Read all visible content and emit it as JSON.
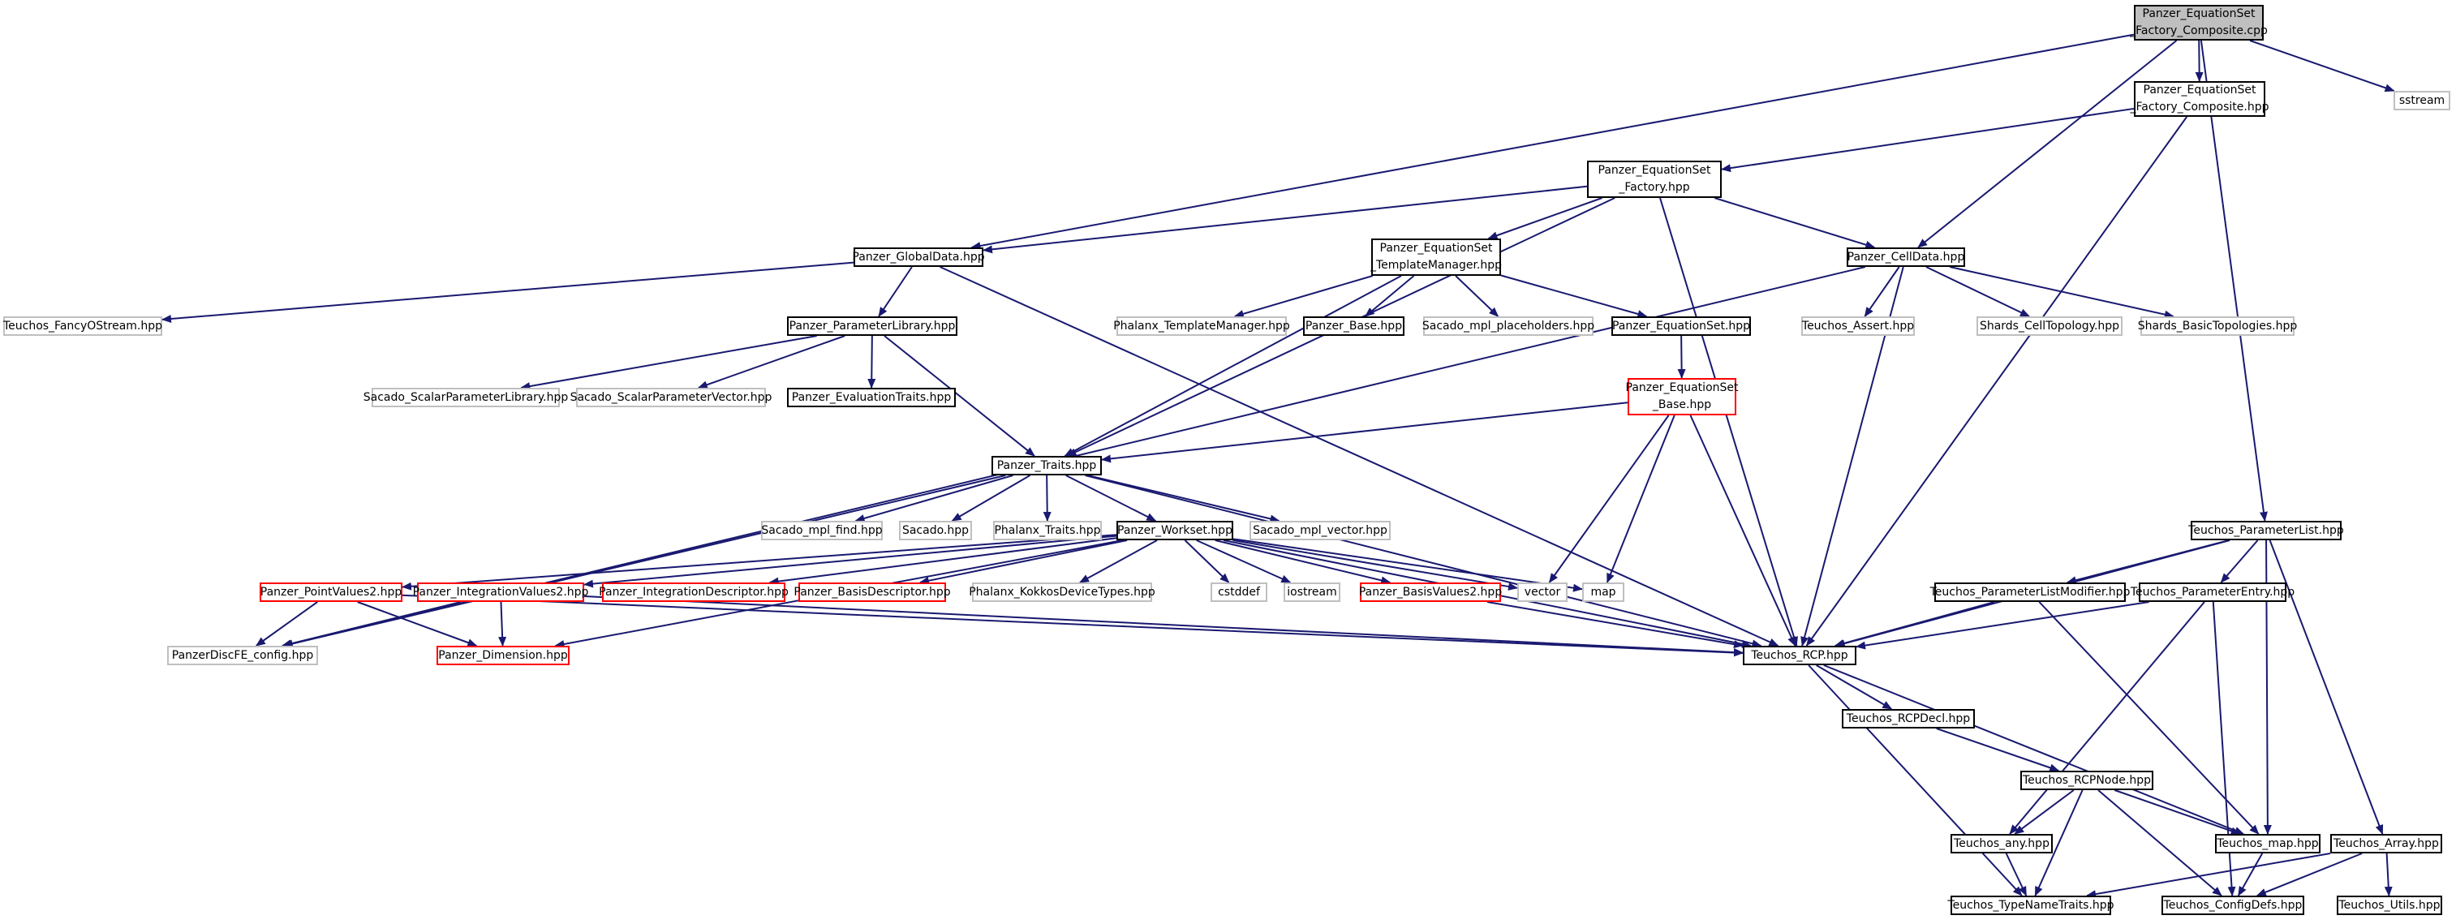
{
  "diagram": {
    "title": "",
    "colors": {
      "edge": "#191970",
      "node_fill_root": "#bfbfbf",
      "border_normal": "#000000",
      "border_external": "#bfbfbf",
      "border_truncated": "#ff0000",
      "text": "#000000"
    },
    "nodes": [
      {
        "id": "root",
        "label": "Panzer_EquationSet\n_Factory_Composite.cpp",
        "kind": "root"
      },
      {
        "id": "factory_composite_hpp",
        "label": "Panzer_EquationSet\n_Factory_Composite.hpp",
        "kind": "normal"
      },
      {
        "id": "sstream",
        "label": "sstream",
        "kind": "external"
      },
      {
        "id": "factory_hpp",
        "label": "Panzer_EquationSet\n_Factory.hpp",
        "kind": "normal"
      },
      {
        "id": "globaldata",
        "label": "Panzer_GlobalData.hpp",
        "kind": "normal"
      },
      {
        "id": "template_manager",
        "label": "Panzer_EquationSet\n_TemplateManager.hpp",
        "kind": "normal"
      },
      {
        "id": "celldata",
        "label": "Panzer_CellData.hpp",
        "kind": "normal"
      },
      {
        "id": "fancyostream",
        "label": "Teuchos_FancyOStream.hpp",
        "kind": "external"
      },
      {
        "id": "paramlibrary",
        "label": "Panzer_ParameterLibrary.hpp",
        "kind": "normal"
      },
      {
        "id": "phalanx_tm",
        "label": "Phalanx_TemplateManager.hpp",
        "kind": "external"
      },
      {
        "id": "panzer_base",
        "label": "Panzer_Base.hpp",
        "kind": "normal"
      },
      {
        "id": "sacado_mpl_placeholders",
        "label": "Sacado_mpl_placeholders.hpp",
        "kind": "external"
      },
      {
        "id": "panzer_equationset",
        "label": "Panzer_EquationSet.hpp",
        "kind": "normal"
      },
      {
        "id": "teuchos_assert",
        "label": "Teuchos_Assert.hpp",
        "kind": "external"
      },
      {
        "id": "shards_celltopology",
        "label": "Shards_CellTopology.hpp",
        "kind": "external"
      },
      {
        "id": "shards_basictopologies",
        "label": "Shards_BasicTopologies.hpp",
        "kind": "external"
      },
      {
        "id": "sacado_scalarparamlib",
        "label": "Sacado_ScalarParameterLibrary.hpp",
        "kind": "external"
      },
      {
        "id": "sacado_scalarparamvec",
        "label": "Sacado_ScalarParameterVector.hpp",
        "kind": "external"
      },
      {
        "id": "evaluationtraits",
        "label": "Panzer_EvaluationTraits.hpp",
        "kind": "normal"
      },
      {
        "id": "equationset_base",
        "label": "Panzer_EquationSet\n_Base.hpp",
        "kind": "truncated"
      },
      {
        "id": "panzer_traits",
        "label": "Panzer_Traits.hpp",
        "kind": "normal"
      },
      {
        "id": "sacado_mpl_find",
        "label": "Sacado_mpl_find.hpp",
        "kind": "external"
      },
      {
        "id": "sacado_hpp",
        "label": "Sacado.hpp",
        "kind": "external"
      },
      {
        "id": "phalanx_traits",
        "label": "Phalanx_Traits.hpp",
        "kind": "external"
      },
      {
        "id": "panzer_workset",
        "label": "Panzer_Workset.hpp",
        "kind": "normal"
      },
      {
        "id": "sacado_mpl_vector",
        "label": "Sacado_mpl_vector.hpp",
        "kind": "external"
      },
      {
        "id": "teuchos_parameterlist",
        "label": "Teuchos_ParameterList.hpp",
        "kind": "normal"
      },
      {
        "id": "pointvalues2",
        "label": "Panzer_PointValues2.hpp",
        "kind": "truncated"
      },
      {
        "id": "integrationvalues2",
        "label": "Panzer_IntegrationValues2.hpp",
        "kind": "truncated"
      },
      {
        "id": "integrationdescriptor",
        "label": "Panzer_IntegrationDescriptor.hpp",
        "kind": "truncated"
      },
      {
        "id": "basisdescriptor",
        "label": "Panzer_BasisDescriptor.hpp",
        "kind": "truncated"
      },
      {
        "id": "phalanx_kokkos",
        "label": "Phalanx_KokkosDeviceTypes.hpp",
        "kind": "external"
      },
      {
        "id": "cstddef",
        "label": "cstddef",
        "kind": "external"
      },
      {
        "id": "iostream",
        "label": "iostream",
        "kind": "external"
      },
      {
        "id": "basisvalues2",
        "label": "Panzer_BasisValues2.hpp",
        "kind": "truncated"
      },
      {
        "id": "vector",
        "label": "vector",
        "kind": "external"
      },
      {
        "id": "map",
        "label": "map",
        "kind": "external"
      },
      {
        "id": "paramlistmodifier",
        "label": "Teuchos_ParameterListModifier.hpp",
        "kind": "normal"
      },
      {
        "id": "parameterentry",
        "label": "Teuchos_ParameterEntry.hpp",
        "kind": "normal"
      },
      {
        "id": "panzerdiscfe_config",
        "label": "PanzerDiscFE_config.hpp",
        "kind": "external"
      },
      {
        "id": "panzer_dimension",
        "label": "Panzer_Dimension.hpp",
        "kind": "truncated"
      },
      {
        "id": "teuchos_rcp",
        "label": "Teuchos_RCP.hpp",
        "kind": "normal"
      },
      {
        "id": "teuchos_rcpdecl",
        "label": "Teuchos_RCPDecl.hpp",
        "kind": "normal"
      },
      {
        "id": "teuchos_rcpnode",
        "label": "Teuchos_RCPNode.hpp",
        "kind": "normal"
      },
      {
        "id": "teuchos_any",
        "label": "Teuchos_any.hpp",
        "kind": "normal"
      },
      {
        "id": "teuchos_map",
        "label": "Teuchos_map.hpp",
        "kind": "normal"
      },
      {
        "id": "teuchos_array",
        "label": "Teuchos_Array.hpp",
        "kind": "normal"
      },
      {
        "id": "typenametraits",
        "label": "Teuchos_TypeNameTraits.hpp",
        "kind": "normal"
      },
      {
        "id": "configdefs",
        "label": "Teuchos_ConfigDefs.hpp",
        "kind": "normal"
      },
      {
        "id": "teuchos_utils",
        "label": "Teuchos_Utils.hpp",
        "kind": "normal"
      }
    ],
    "edges": [
      [
        "root",
        "factory_composite_hpp"
      ],
      [
        "root",
        "sstream"
      ],
      [
        "root",
        "globaldata"
      ],
      [
        "root",
        "celldata"
      ],
      [
        "root",
        "teuchos_parameterlist"
      ],
      [
        "factory_composite_hpp",
        "factory_hpp"
      ],
      [
        "factory_composite_hpp",
        "teuchos_rcp"
      ],
      [
        "factory_hpp",
        "globaldata"
      ],
      [
        "factory_hpp",
        "template_manager"
      ],
      [
        "factory_hpp",
        "celldata"
      ],
      [
        "factory_hpp",
        "panzer_traits"
      ],
      [
        "factory_hpp",
        "teuchos_rcp"
      ],
      [
        "globaldata",
        "fancyostream"
      ],
      [
        "globaldata",
        "paramlibrary"
      ],
      [
        "globaldata",
        "teuchos_rcp"
      ],
      [
        "template_manager",
        "phalanx_tm"
      ],
      [
        "template_manager",
        "panzer_base"
      ],
      [
        "template_manager",
        "sacado_mpl_placeholders"
      ],
      [
        "template_manager",
        "panzer_equationset"
      ],
      [
        "template_manager",
        "panzer_traits"
      ],
      [
        "celldata",
        "teuchos_assert"
      ],
      [
        "celldata",
        "shards_celltopology"
      ],
      [
        "celldata",
        "shards_basictopologies"
      ],
      [
        "celldata",
        "panzerdiscfe_config"
      ],
      [
        "celldata",
        "teuchos_rcp"
      ],
      [
        "paramlibrary",
        "sacado_scalarparamlib"
      ],
      [
        "paramlibrary",
        "sacado_scalarparamvec"
      ],
      [
        "paramlibrary",
        "evaluationtraits"
      ],
      [
        "paramlibrary",
        "panzer_traits"
      ],
      [
        "panzer_equationset",
        "equationset_base"
      ],
      [
        "equationset_base",
        "panzer_traits"
      ],
      [
        "equationset_base",
        "vector"
      ],
      [
        "equationset_base",
        "map"
      ],
      [
        "equationset_base",
        "teuchos_rcp"
      ],
      [
        "panzer_traits",
        "sacado_mpl_find"
      ],
      [
        "panzer_traits",
        "sacado_hpp"
      ],
      [
        "panzer_traits",
        "phalanx_traits"
      ],
      [
        "panzer_traits",
        "panzer_workset"
      ],
      [
        "panzer_traits",
        "sacado_mpl_vector"
      ],
      [
        "panzer_traits",
        "panzerdiscfe_config"
      ],
      [
        "panzer_traits",
        "teuchos_rcp"
      ],
      [
        "panzer_workset",
        "pointvalues2"
      ],
      [
        "panzer_workset",
        "integrationvalues2"
      ],
      [
        "panzer_workset",
        "integrationdescriptor"
      ],
      [
        "panzer_workset",
        "basisdescriptor"
      ],
      [
        "panzer_workset",
        "phalanx_kokkos"
      ],
      [
        "panzer_workset",
        "cstddef"
      ],
      [
        "panzer_workset",
        "iostream"
      ],
      [
        "panzer_workset",
        "basisvalues2"
      ],
      [
        "panzer_workset",
        "vector"
      ],
      [
        "panzer_workset",
        "map"
      ],
      [
        "panzer_workset",
        "panzer_dimension"
      ],
      [
        "panzer_workset",
        "teuchos_rcp"
      ],
      [
        "pointvalues2",
        "panzerdiscfe_config"
      ],
      [
        "pointvalues2",
        "panzer_dimension"
      ],
      [
        "pointvalues2",
        "teuchos_rcp"
      ],
      [
        "integrationvalues2",
        "panzerdiscfe_config"
      ],
      [
        "integrationvalues2",
        "panzer_dimension"
      ],
      [
        "integrationvalues2",
        "teuchos_rcp"
      ],
      [
        "basisvalues2",
        "teuchos_rcp"
      ],
      [
        "teuchos_parameterlist",
        "paramlistmodifier"
      ],
      [
        "teuchos_parameterlist",
        "parameterentry"
      ],
      [
        "teuchos_parameterlist",
        "teuchos_rcp"
      ],
      [
        "teuchos_parameterlist",
        "teuchos_map"
      ],
      [
        "teuchos_parameterlist",
        "teuchos_array"
      ],
      [
        "paramlistmodifier",
        "teuchos_rcp"
      ],
      [
        "paramlistmodifier",
        "teuchos_map"
      ],
      [
        "parameterentry",
        "teuchos_rcp"
      ],
      [
        "parameterentry",
        "teuchos_any"
      ],
      [
        "parameterentry",
        "configdefs"
      ],
      [
        "teuchos_rcp",
        "teuchos_rcpdecl"
      ],
      [
        "teuchos_rcp",
        "teuchos_map"
      ],
      [
        "teuchos_rcp",
        "typenametraits"
      ],
      [
        "teuchos_rcpdecl",
        "teuchos_rcpnode"
      ],
      [
        "teuchos_rcpnode",
        "teuchos_any"
      ],
      [
        "teuchos_rcpnode",
        "teuchos_map"
      ],
      [
        "teuchos_rcpnode",
        "typenametraits"
      ],
      [
        "teuchos_rcpnode",
        "configdefs"
      ],
      [
        "teuchos_any",
        "typenametraits"
      ],
      [
        "teuchos_map",
        "configdefs"
      ],
      [
        "teuchos_array",
        "typenametraits"
      ],
      [
        "teuchos_array",
        "configdefs"
      ],
      [
        "teuchos_array",
        "teuchos_utils"
      ]
    ]
  }
}
